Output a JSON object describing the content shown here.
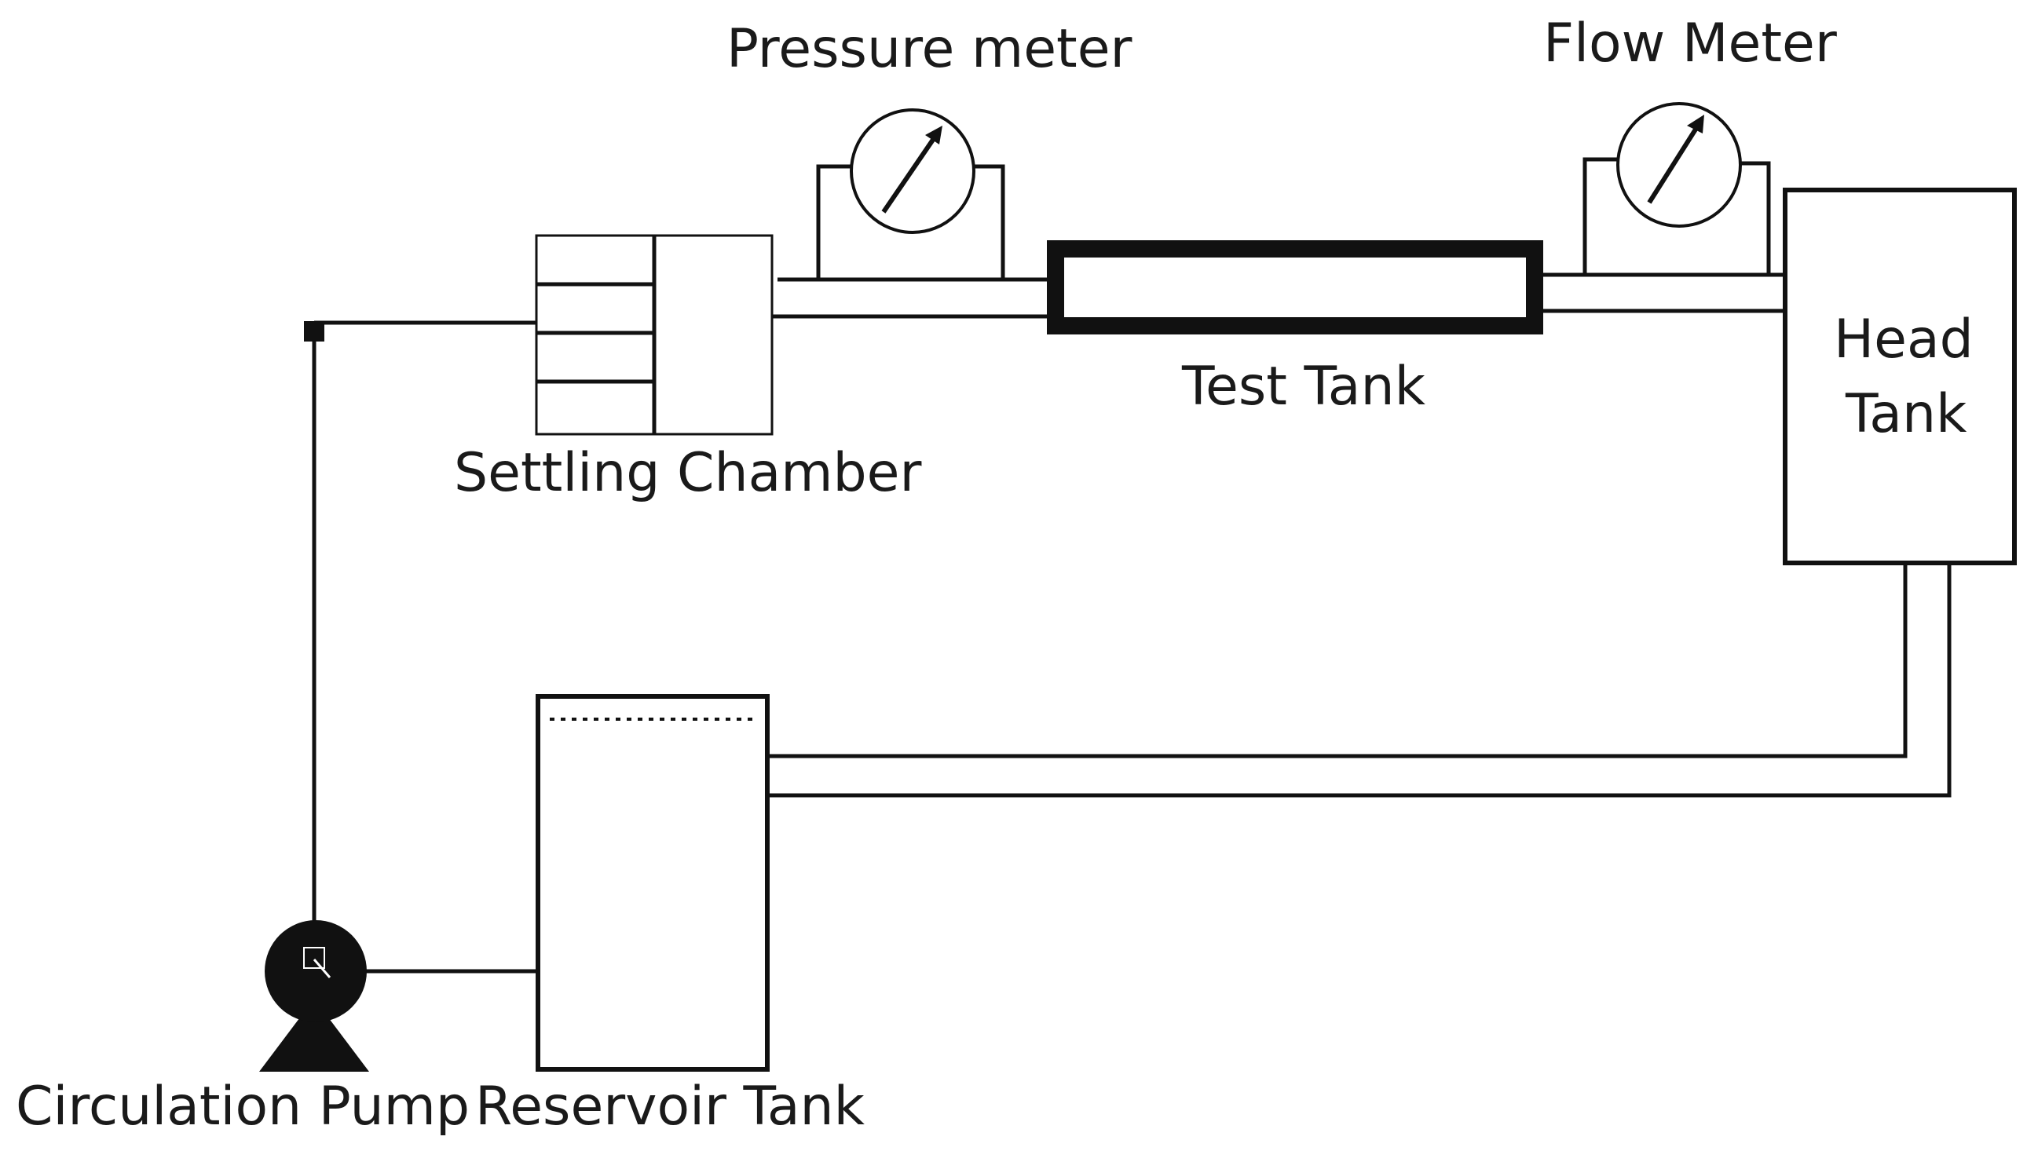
{
  "labels": {
    "pressure_meter": "Pressure meter",
    "flow_meter": "Flow Meter",
    "test_tank": "Test Tank",
    "head_tank_line1": "Head",
    "head_tank_line2": "Tank",
    "settling_chamber": "Settling Chamber",
    "circulation_pump": "Circulation Pump",
    "reservoir_tank": "Reservoir Tank"
  },
  "colors": {
    "stroke": "#111111",
    "text": "#1a1a1a",
    "background": "#ffffff"
  }
}
